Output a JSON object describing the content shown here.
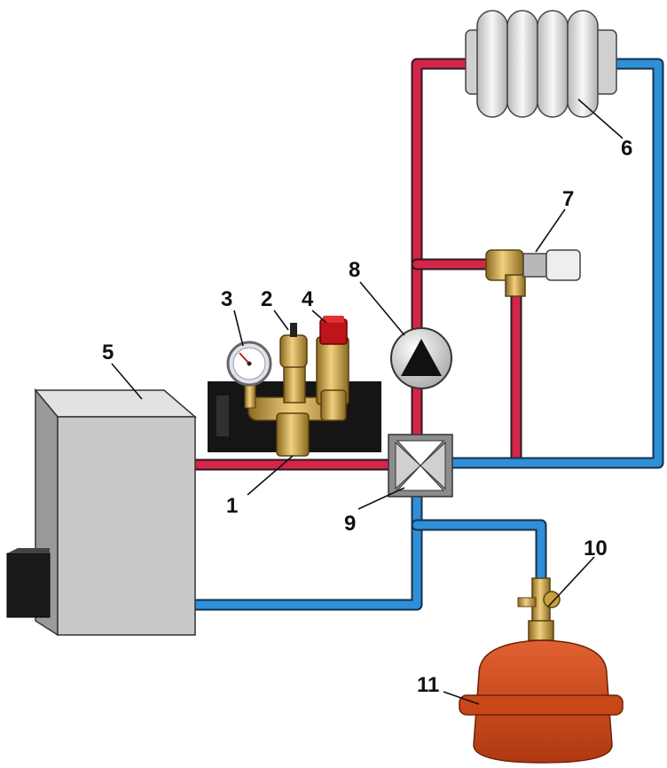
{
  "colors": {
    "supply_pipe": "#d4264a",
    "return_pipe": "#2f8fd8",
    "boiler_body": "#c8c8c8",
    "boiler_side": "#9a9a9a",
    "boiler_burner": "#1a1a1a",
    "radiator": "#e8e8e8",
    "brass": "#c8a040",
    "expansion_tank": "#d04818",
    "pump": "#d8d8d8",
    "insulation_block": "#111111"
  },
  "labels": {
    "l1": "1",
    "l2": "2",
    "l3": "3",
    "l4": "4",
    "l5": "5",
    "l6": "6",
    "l7": "7",
    "l8": "8",
    "l9": "9",
    "l10": "10",
    "l11": "11"
  },
  "components": [
    {
      "id": 1,
      "icon": "safety-group-body-icon"
    },
    {
      "id": 2,
      "icon": "air-vent-icon"
    },
    {
      "id": 3,
      "icon": "pressure-gauge-icon"
    },
    {
      "id": 4,
      "icon": "safety-valve-icon"
    },
    {
      "id": 5,
      "icon": "boiler-icon"
    },
    {
      "id": 6,
      "icon": "radiator-icon"
    },
    {
      "id": 7,
      "icon": "bypass-valve-icon"
    },
    {
      "id": 8,
      "icon": "circulation-pump-icon"
    },
    {
      "id": 9,
      "icon": "four-way-mixing-valve-icon"
    },
    {
      "id": 10,
      "icon": "tank-connection-valve-icon"
    },
    {
      "id": 11,
      "icon": "expansion-tank-icon"
    }
  ]
}
